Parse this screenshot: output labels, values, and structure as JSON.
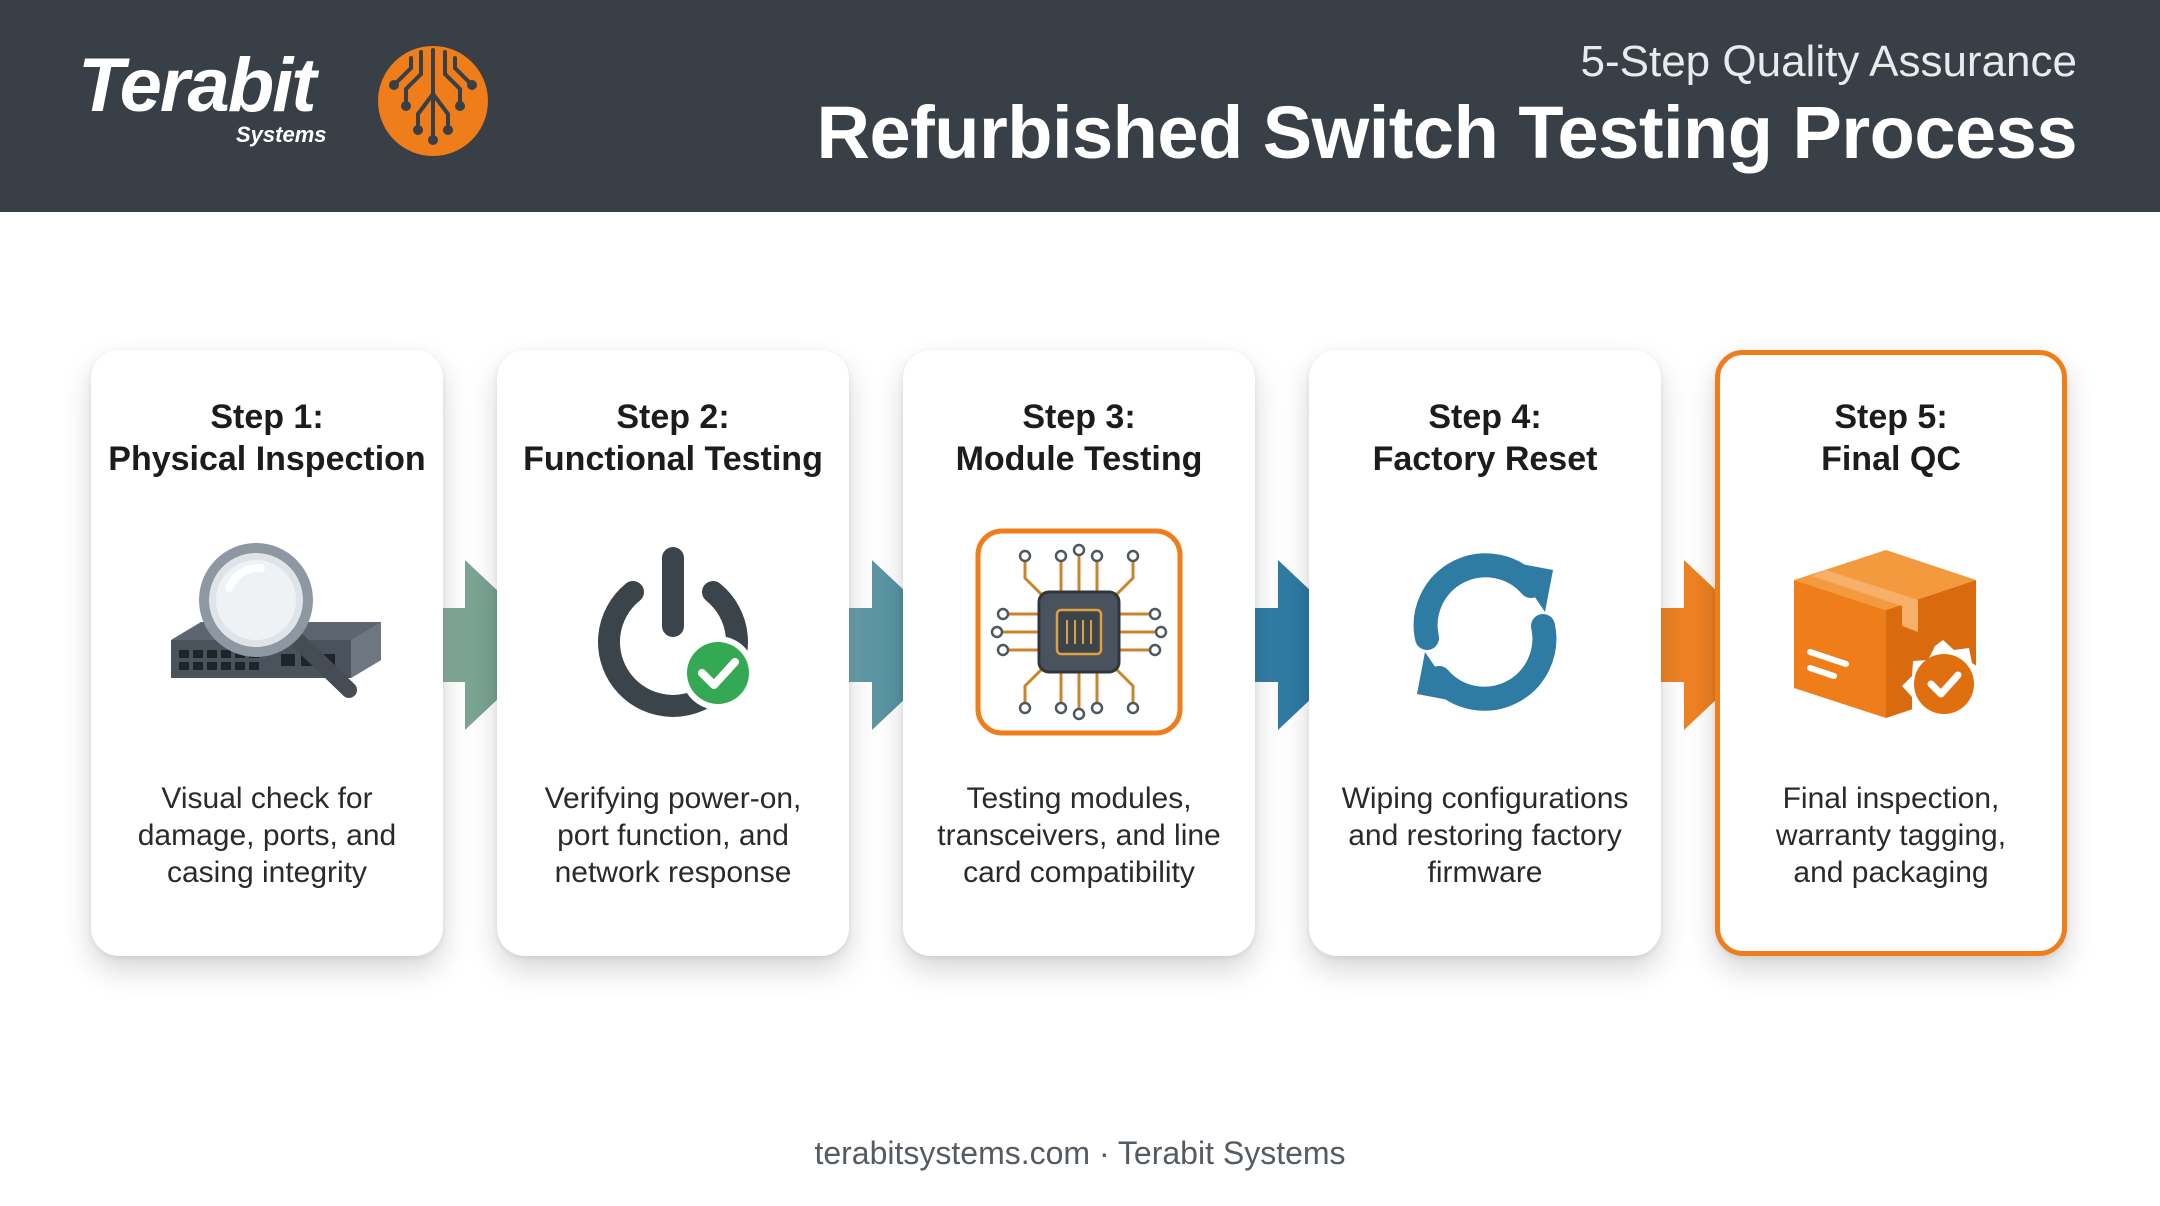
{
  "header": {
    "logo_name": "Terabit",
    "logo_sub": "Systems",
    "subtitle": "5-Step Quality Assurance",
    "title": "Refurbished Switch Testing Process"
  },
  "steps": [
    {
      "step": "Step 1:",
      "name": "Physical Inspection",
      "desc": [
        "Visual check for",
        "damage, ports, and",
        "casing integrity"
      ],
      "icon": "magnifier-switch-icon"
    },
    {
      "step": "Step 2:",
      "name": "Functional Testing",
      "desc": [
        "Verifying power-on,",
        "port function, and",
        "network response"
      ],
      "icon": "power-check-icon"
    },
    {
      "step": "Step 3:",
      "name": "Module Testing",
      "desc": [
        "Testing modules,",
        "transceivers, and line",
        "card compatibility"
      ],
      "icon": "chip-icon"
    },
    {
      "step": "Step 4:",
      "name": "Factory Reset",
      "desc": [
        "Wiping configurations",
        "and restoring factory",
        "firmware"
      ],
      "icon": "refresh-icon"
    },
    {
      "step": "Step 5:",
      "name": "Final QC",
      "desc": [
        "Final inspection,",
        "warranty tagging,",
        "and packaging"
      ],
      "icon": "package-badge-icon"
    }
  ],
  "footer": "terabitsystems.com · Terabit Systems",
  "colors": {
    "header_bg": "#383f47",
    "accent_orange": "#ee7d1a",
    "arrow_green": "#6f9c8a",
    "arrow_teal": "#4c8c9c",
    "arrow_blue": "#2876a0",
    "icon_dark": "#3b434b"
  }
}
